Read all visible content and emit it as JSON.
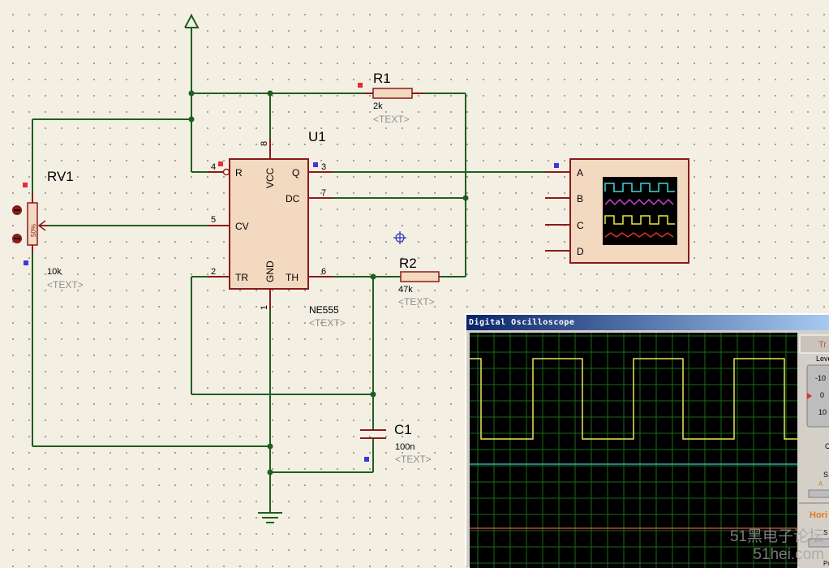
{
  "components": {
    "u1": {
      "ref": "U1",
      "type": "NE555",
      "text": "<TEXT>",
      "pins": {
        "r": "R",
        "vcc": "VCC",
        "q": "Q",
        "dc": "DC",
        "cv": "CV",
        "tr": "TR",
        "gnd": "GND",
        "th": "TH"
      },
      "pin_numbers": {
        "r": "4",
        "vcc": "8",
        "q": "3",
        "dc": "7",
        "cv": "5",
        "tr": "2",
        "th": "6",
        "gnd": "1"
      }
    },
    "r1": {
      "ref": "R1",
      "value": "2k",
      "text": "<TEXT>"
    },
    "r2": {
      "ref": "R2",
      "value": "47k",
      "text": "<TEXT>"
    },
    "c1": {
      "ref": "C1",
      "value": "100n",
      "text": "<TEXT>"
    },
    "rv1": {
      "ref": "RV1",
      "value": "10k",
      "text": "<TEXT>",
      "wiper": "50%"
    },
    "scope_symbol": {
      "channels": [
        "A",
        "B",
        "C",
        "D"
      ]
    }
  },
  "oscilloscope": {
    "title": "Digital Oscilloscope",
    "panel": {
      "tab": "Tr",
      "level_label": "Leve",
      "scale_top": "-10",
      "scale_mid": "0",
      "scale_bottom": "10",
      "letters": [
        "C",
        "S",
        "A"
      ],
      "horizontal_label": "Hori",
      "bottom_label": "S",
      "bottom_label2": "Po"
    }
  },
  "watermark": {
    "line1": "51黑电子论坛",
    "line2": "51hei.com"
  },
  "colors": {
    "wire": "#1f5f1f",
    "component": "#8b1a1a",
    "component_fill": "#f2d9c0",
    "ch_a": "#e6e65a",
    "ch_b": "#40c8d8",
    "ch_c": "#e05050",
    "grid": "#1d6a1d"
  }
}
